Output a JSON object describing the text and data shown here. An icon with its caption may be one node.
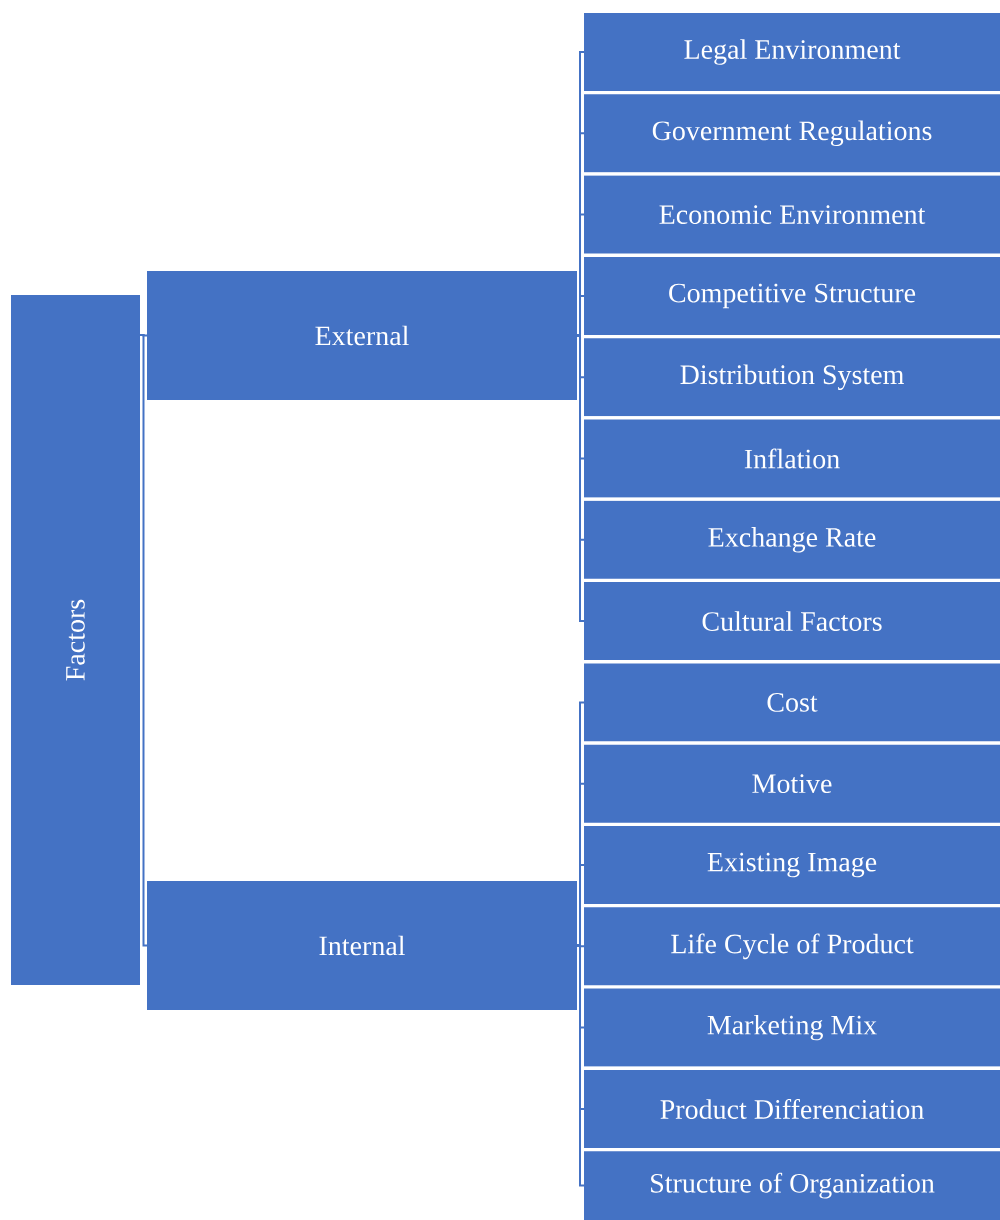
{
  "diagram": {
    "nodes": [
      {
        "text": [
          "Factors"
        ]
      },
      {
        "text": [
          "External"
        ]
      },
      {
        "text": [
          "Internal"
        ]
      },
      {
        "text": [
          "Legal Environment"
        ]
      },
      {
        "text": [
          "Government Regulations"
        ]
      },
      {
        "text": [
          "Economic Environment"
        ]
      },
      {
        "text": [
          "Competitive Structure"
        ]
      },
      {
        "text": [
          "Distribution System"
        ]
      },
      {
        "text": [
          "Inflation"
        ]
      },
      {
        "text": [
          "Exchange Rate"
        ]
      },
      {
        "text": [
          "Cultural Factors"
        ]
      },
      {
        "text": [
          "Cost"
        ]
      },
      {
        "text": [
          "Motive"
        ]
      },
      {
        "text": [
          "Existing Image"
        ]
      },
      {
        "text": [
          "Life Cycle of Product"
        ]
      },
      {
        "text": [
          "Marketing Mix"
        ]
      },
      {
        "text": [
          "Product Differenciation"
        ]
      },
      {
        "text": [
          "Structure of Organization"
        ]
      }
    ],
    "edges": [
      {
        "from": 0,
        "to": 1,
        "arrow": "none"
      },
      {
        "from": 0,
        "to": 2,
        "arrow": "none"
      },
      {
        "from": 1,
        "to": 3,
        "arrow": "none"
      },
      {
        "from": 1,
        "to": 4,
        "arrow": "none"
      },
      {
        "from": 1,
        "to": 5,
        "arrow": "none"
      },
      {
        "from": 1,
        "to": 6,
        "arrow": "none"
      },
      {
        "from": 1,
        "to": 7,
        "arrow": "none"
      },
      {
        "from": 1,
        "to": 8,
        "arrow": "none"
      },
      {
        "from": 1,
        "to": 9,
        "arrow": "none"
      },
      {
        "from": 1,
        "to": 10,
        "arrow": "none"
      },
      {
        "from": 2,
        "to": 11,
        "arrow": "none"
      },
      {
        "from": 2,
        "to": 12,
        "arrow": "none"
      },
      {
        "from": 2,
        "to": 13,
        "arrow": "none"
      },
      {
        "from": 2,
        "to": 14,
        "arrow": "none"
      },
      {
        "from": 2,
        "to": 15,
        "arrow": "none"
      },
      {
        "from": 2,
        "to": 16,
        "arrow": "none"
      },
      {
        "from": 2,
        "to": 17,
        "arrow": "none"
      }
    ]
  }
}
